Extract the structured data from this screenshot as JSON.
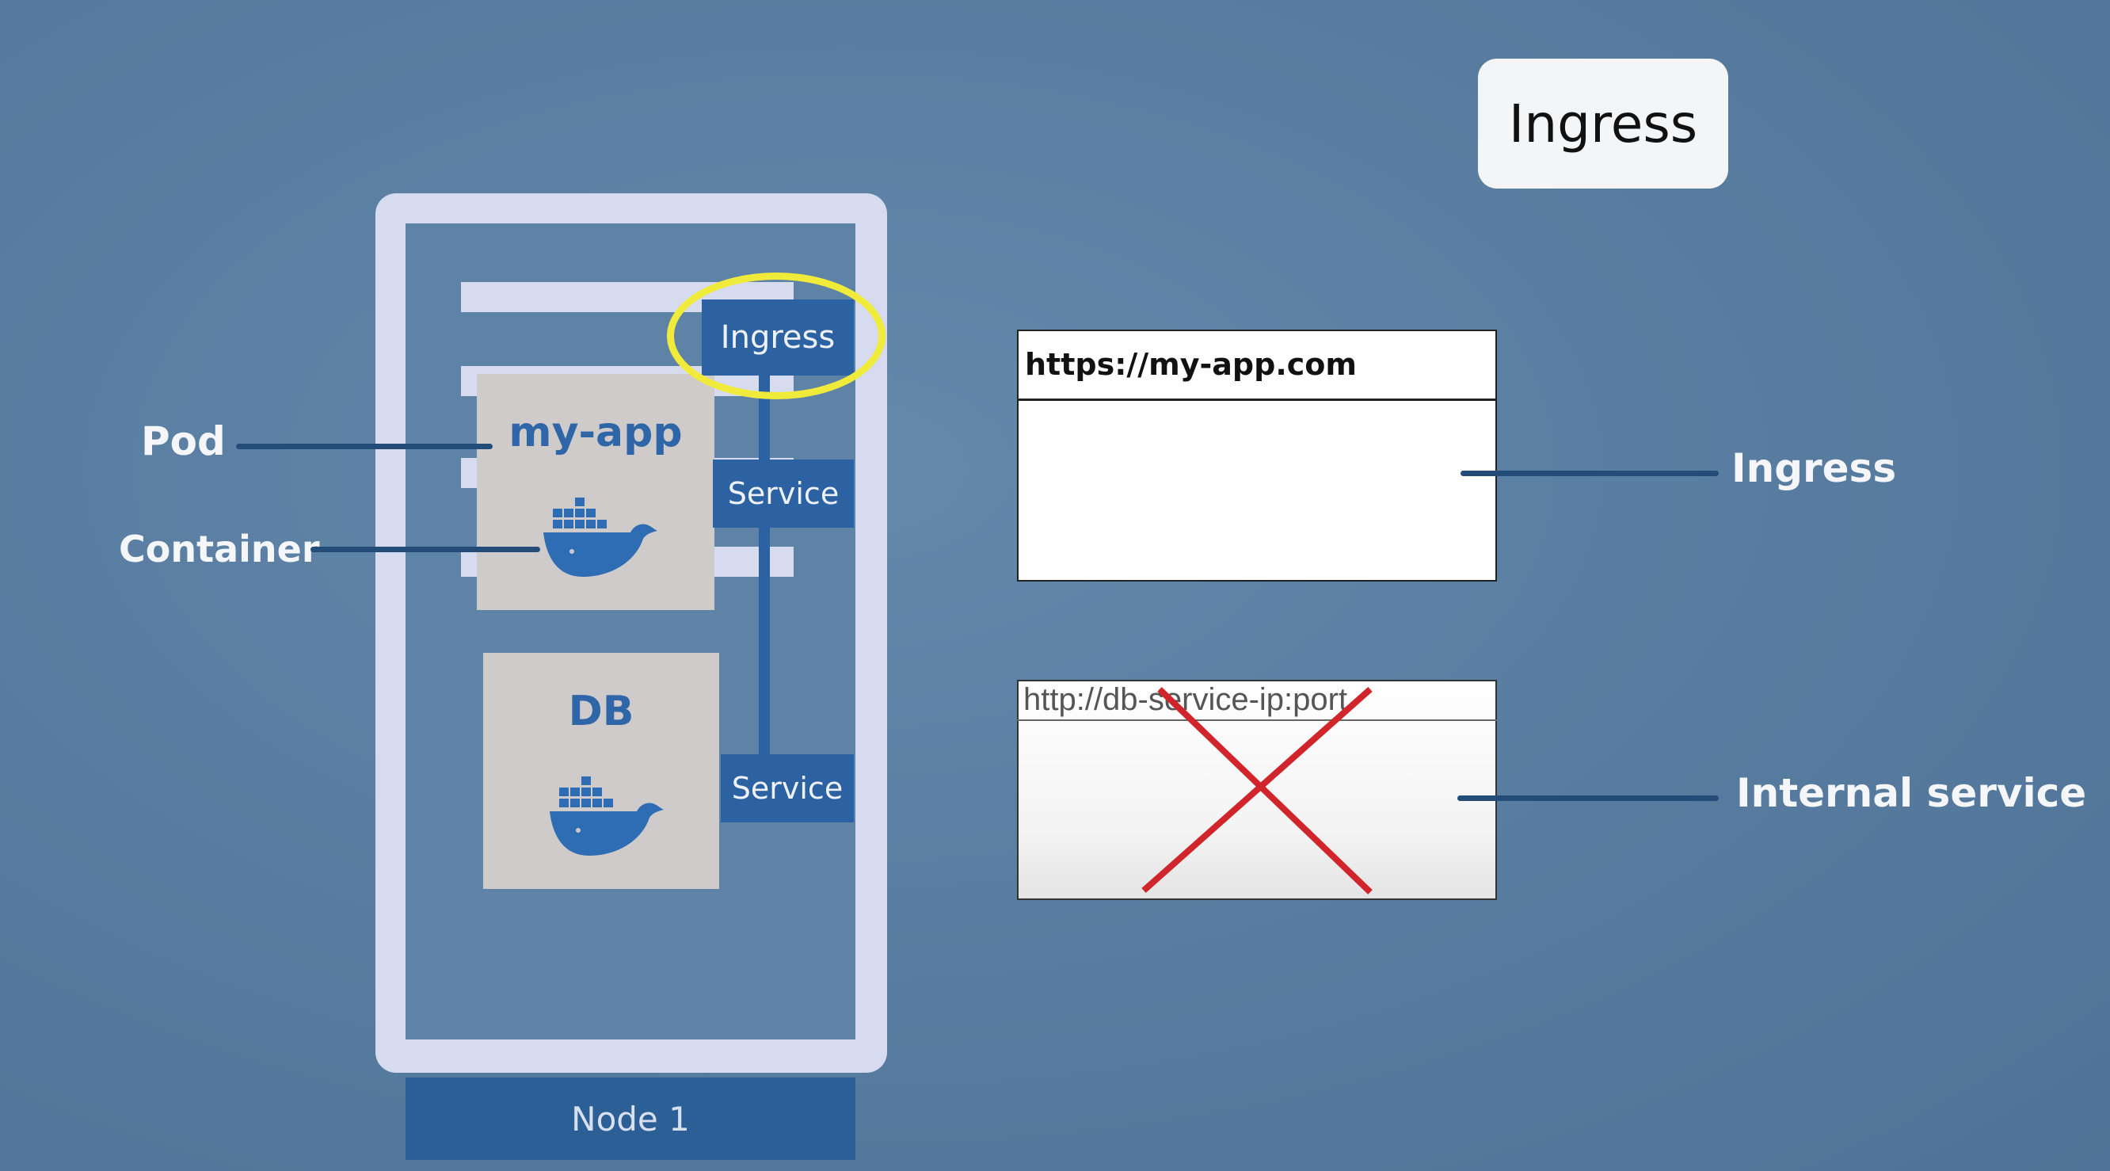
{
  "title": "Ingress",
  "node": {
    "label": "Node 1"
  },
  "pods": {
    "app": {
      "title": "my-app",
      "icon": "docker-whale-icon"
    },
    "db": {
      "title": "DB",
      "icon": "docker-whale-icon"
    }
  },
  "tags": {
    "ingress": "Ingress",
    "service_app": "Service",
    "service_db": "Service"
  },
  "labels": {
    "pod": "Pod",
    "container": "Container",
    "ingress": "Ingress",
    "internal": "Internal service"
  },
  "browser_ingress": {
    "url": "https://my-app.com"
  },
  "browser_internal": {
    "url": "http://db-service-ip:port",
    "crossed_out": true
  },
  "colors": {
    "background": "#5e83a6",
    "node_frame": "#d7dbf0",
    "accent_blue": "#2c62a2",
    "highlight": "#f0ea3a",
    "cross": "#d0252a",
    "docker_blue": "#2e6db4"
  }
}
